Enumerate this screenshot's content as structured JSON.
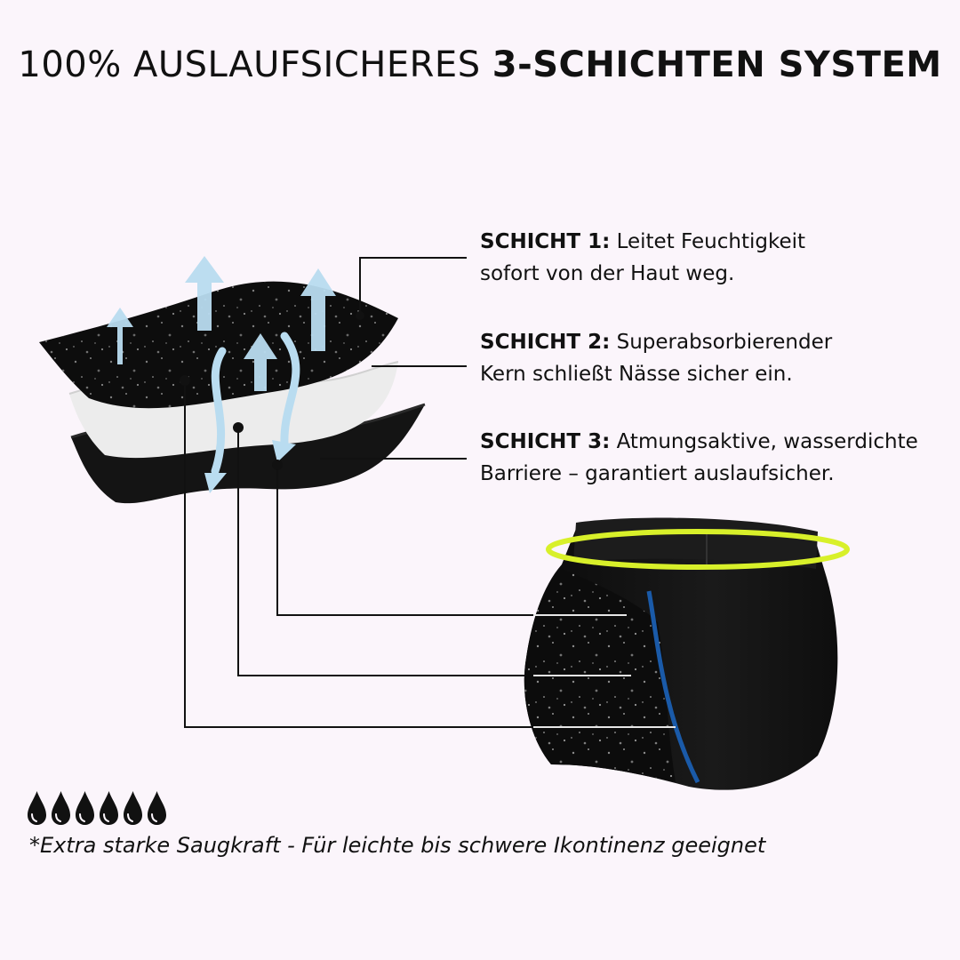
{
  "title": {
    "light": "100% AUSLAUFSICHERES ",
    "bold": "3-SCHICHTEN SYSTEM"
  },
  "layers": [
    {
      "head": "SCHICHT 1:",
      "line1_rest": " Leitet Feuchtigkeit",
      "line2": "sofort von der Haut weg."
    },
    {
      "head": "SCHICHT 2:",
      "line1_rest": " Superabsorbierender",
      "line2": "Kern schließt Nässe sicher ein."
    },
    {
      "head": "SCHICHT 3:",
      "line1_rest": " Atmungsaktive, wasserdichte",
      "line2": "Barriere – garantiert auslaufsicher."
    }
  ],
  "absorbency": {
    "drops": 6,
    "max": 6
  },
  "footnote": "*Extra starke Saugkraft - Für leichte bis schwere Ikontinenz geeignet",
  "colors": {
    "background": "#fbf5fb",
    "fabric": "#111111",
    "middle_layer": "#ececec",
    "arrow": "#b9dcf0",
    "waistband_ring": "#d8f02a",
    "seam": "#1a5aa8"
  },
  "icons": [
    "up-arrow-icon",
    "wave-arrow-icon",
    "drop-icon",
    "brief-illustration"
  ]
}
